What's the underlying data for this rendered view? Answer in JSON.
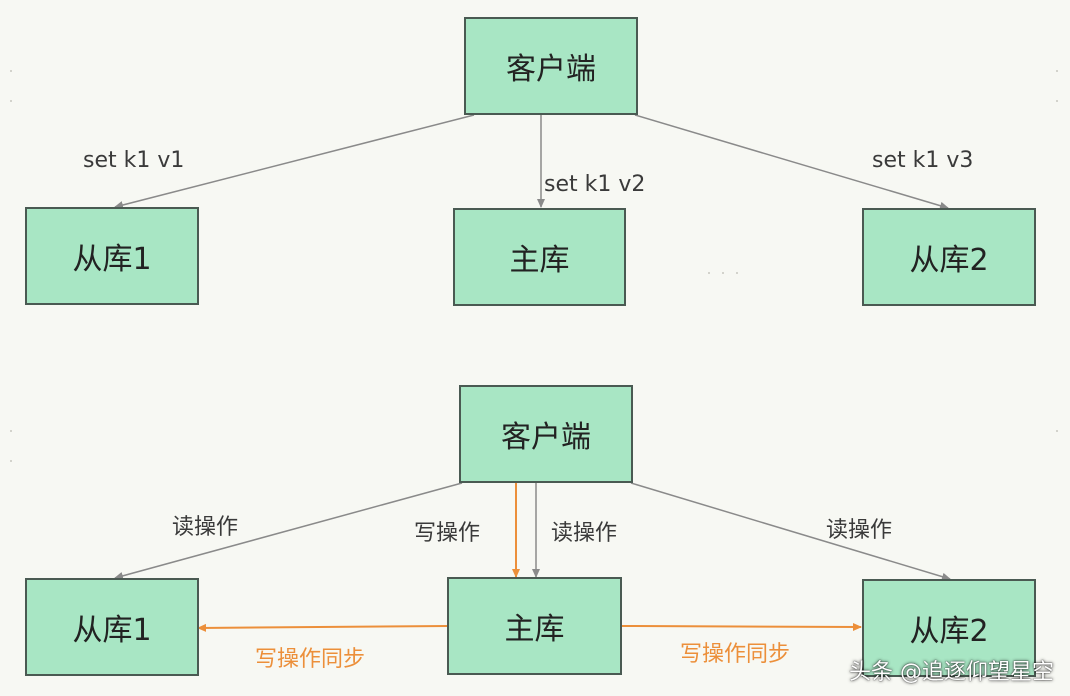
{
  "colors": {
    "node_fill": "#a8e6c4",
    "node_border": "#4a5a52",
    "arrow_gray": "#8a8a8a",
    "arrow_orange": "#ec8f3a"
  },
  "top_diagram": {
    "client": "客户端",
    "slave1": "从库1",
    "master": "主库",
    "slave2": "从库2",
    "edge_left": "set k1 v1",
    "edge_mid": "set k1 v2",
    "edge_right": "set k1 v3"
  },
  "bottom_diagram": {
    "client": "客户端",
    "slave1": "从库1",
    "master": "主库",
    "slave2": "从库2",
    "edge_left": "读操作",
    "edge_write": "写操作",
    "edge_mid_read": "读操作",
    "edge_right": "读操作",
    "sync_left": "写操作同步",
    "sync_right": "写操作同步"
  },
  "watermark": "头条 @追逐仰望星空"
}
